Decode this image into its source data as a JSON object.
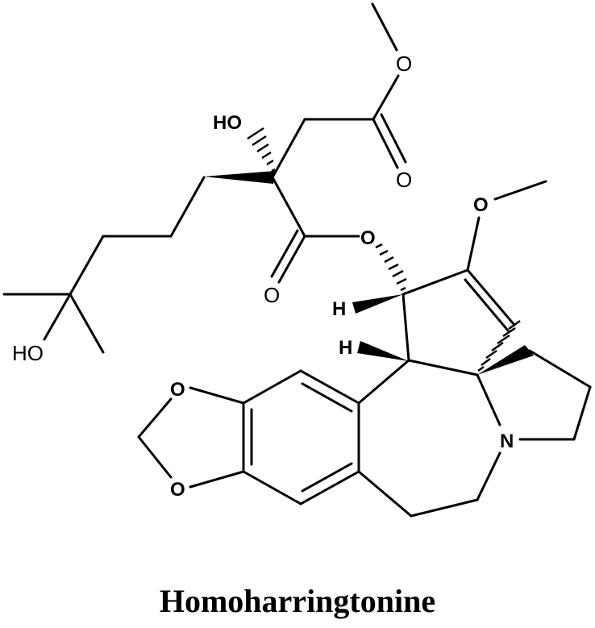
{
  "caption": "Homoharringtonine",
  "atoms": {
    "o_methyl_ester": "O",
    "o_carbonyl_top": "O",
    "ho_tertiary": "HO",
    "ho_chain_end": "HO",
    "o_carbonyl_ester": "O",
    "o_ester_link": "O",
    "o_methoxy": "O",
    "h_upper": "H",
    "h_lower": "H",
    "o_dioxole_top": "O",
    "o_dioxole_bottom": "O",
    "n_ring": "N"
  },
  "colors": {
    "ink": "#000000",
    "background": "#ffffff"
  }
}
